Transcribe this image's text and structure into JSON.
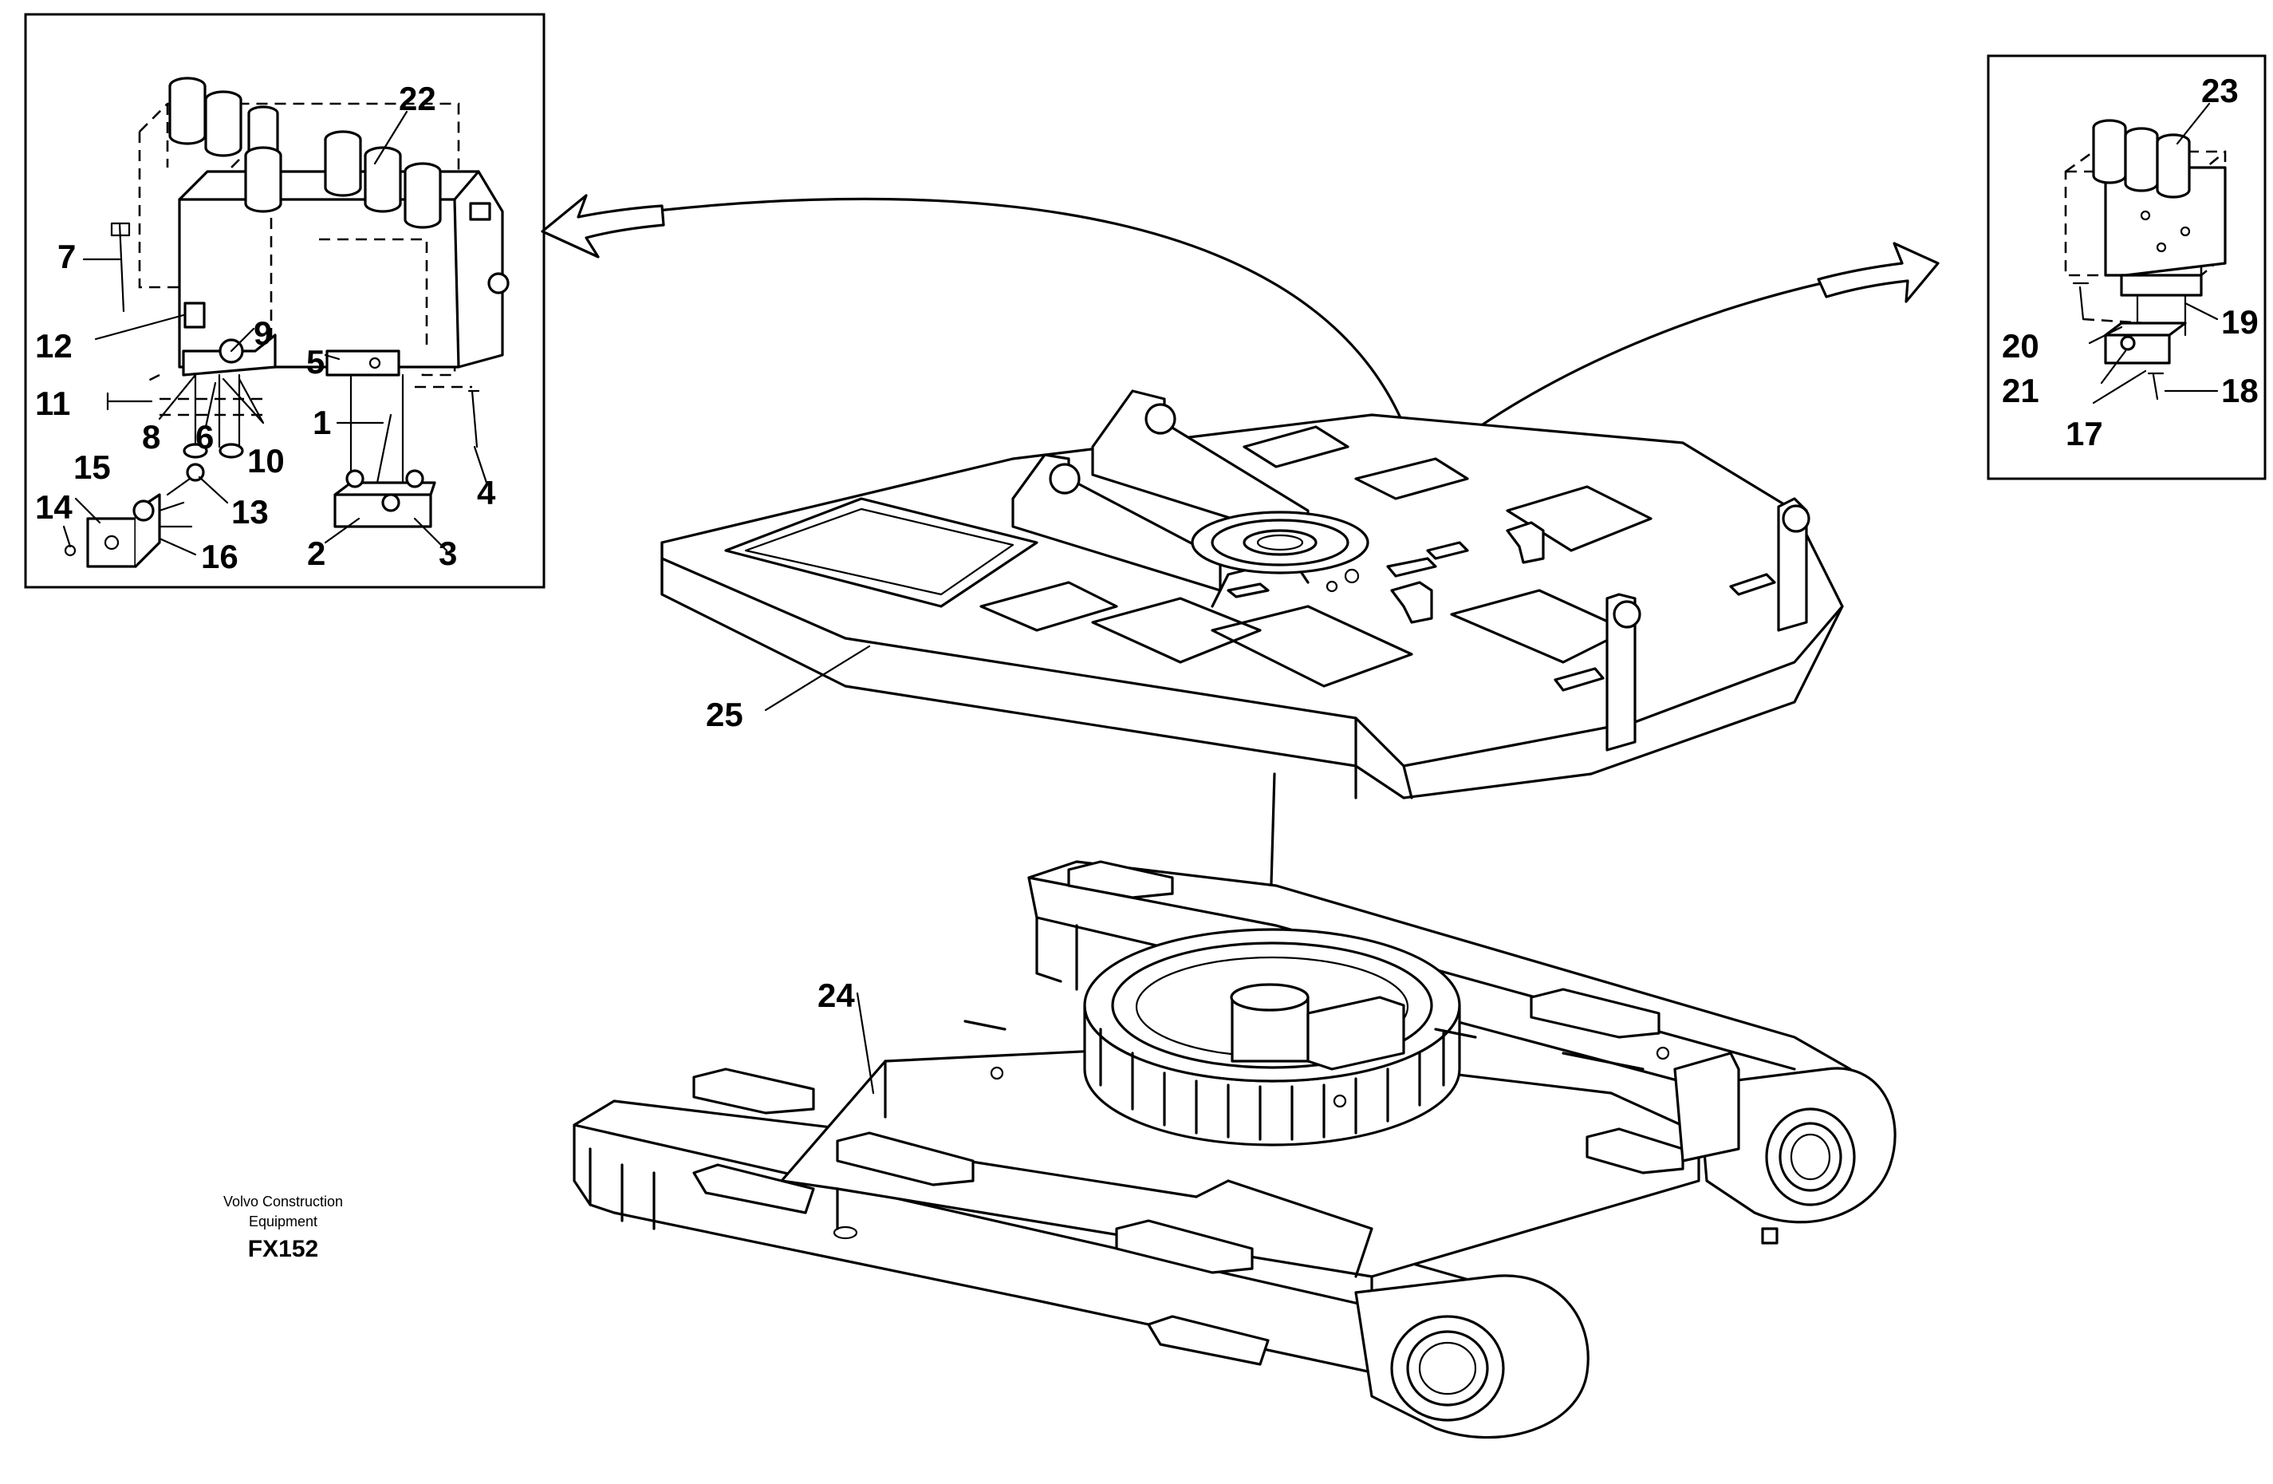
{
  "caption": {
    "company_line1": "Volvo Construction",
    "company_line2": "Equipment",
    "code": "FX152"
  },
  "callouts": {
    "c1": "1",
    "c2": "2",
    "c3": "3",
    "c4": "4",
    "c5": "5",
    "c6": "6",
    "c7": "7",
    "c8": "8",
    "c9": "9",
    "c10": "10",
    "c11": "11",
    "c12": "12",
    "c13": "13",
    "c14": "14",
    "c15": "15",
    "c16": "16",
    "c17": "17",
    "c18": "18",
    "c19": "19",
    "c20": "20",
    "c21": "21",
    "c22": "22",
    "c23": "23",
    "c24": "24",
    "c25": "25"
  }
}
